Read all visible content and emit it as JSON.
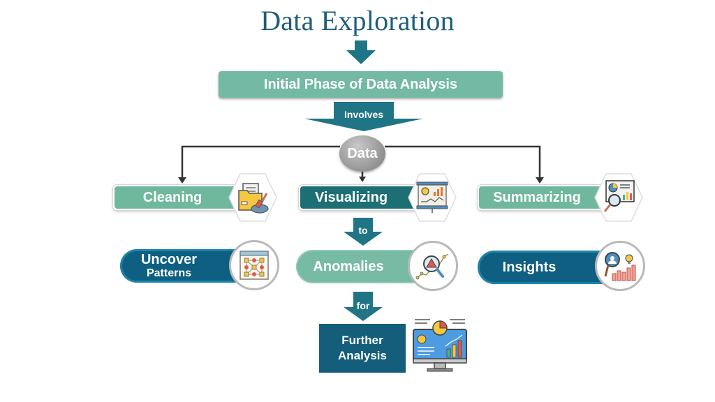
{
  "title": "Data Exploration",
  "phase": "Initial Phase of Data Analysis",
  "connectors": {
    "involves": "Involves",
    "to": "to",
    "for": "for"
  },
  "hub": "Data",
  "steps": [
    {
      "label": "Cleaning",
      "icon": "folder-brush-icon"
    },
    {
      "label": "Visualizing",
      "icon": "presentation-chart-icon"
    },
    {
      "label": "Summarizing",
      "icon": "monitor-magnifier-icon"
    }
  ],
  "outcomes": [
    {
      "line1": "Uncover",
      "line2": "Patterns",
      "icon": "network-pattern-icon"
    },
    {
      "line1": "Anomalies",
      "icon": "magnifier-warning-icon"
    },
    {
      "line1": "Insights",
      "icon": "insight-bulb-chart-icon"
    }
  ],
  "final": {
    "line1": "Further",
    "line2": "Analysis",
    "icon": "dashboard-monitor-icon"
  },
  "colors": {
    "title": "#1e5e7a",
    "arrow": "#1f7585",
    "green": "#6fb89d",
    "teal": "#1d6f73",
    "blue": "#0f5f82",
    "hub_gray": "#999999"
  }
}
